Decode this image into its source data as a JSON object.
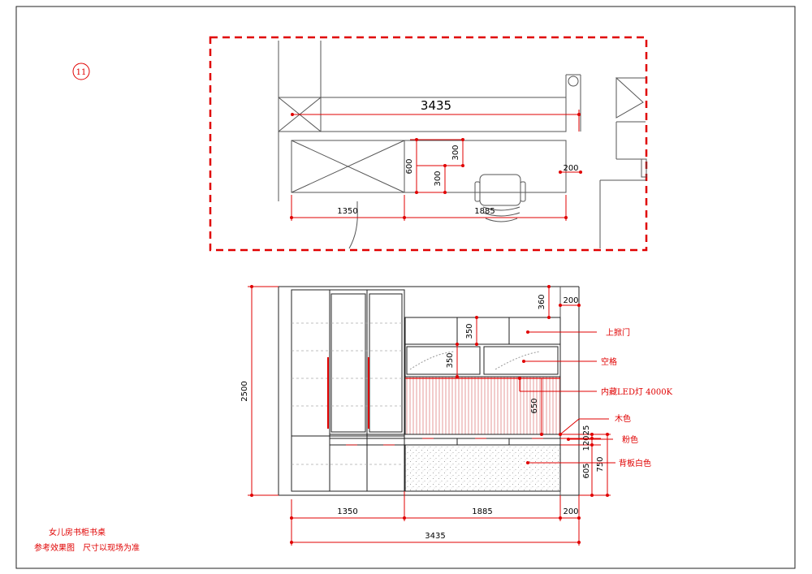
{
  "sheet": {
    "number": "11",
    "title": "女儿房书柜书桌",
    "note": "参考效果图　尺寸以现场为准"
  },
  "plan": {
    "dims": {
      "overall": "3435",
      "desk_depth": "600",
      "top_300": "300",
      "mid_300": "300",
      "side_200": "200",
      "left_1350": "1350",
      "desk_1885": "1885"
    }
  },
  "elevation": {
    "dims": {
      "height_2500": "2500",
      "top_360": "360",
      "side_200_top": "200",
      "door_350": "350",
      "open_350": "350",
      "panel_650": "650",
      "gap_25": "25",
      "desk_120": "120",
      "under_605": "605",
      "desk_750": "750",
      "bottom_1350": "1350",
      "bottom_1885": "1885",
      "bottom_200": "200",
      "bottom_3435": "3435"
    },
    "callouts": {
      "upper_door": "上掀门",
      "open_shelf": "空格",
      "led": "内藏LED灯 4000K",
      "wood": "木色",
      "pink": "粉色",
      "back_panel": "背板白色"
    }
  }
}
